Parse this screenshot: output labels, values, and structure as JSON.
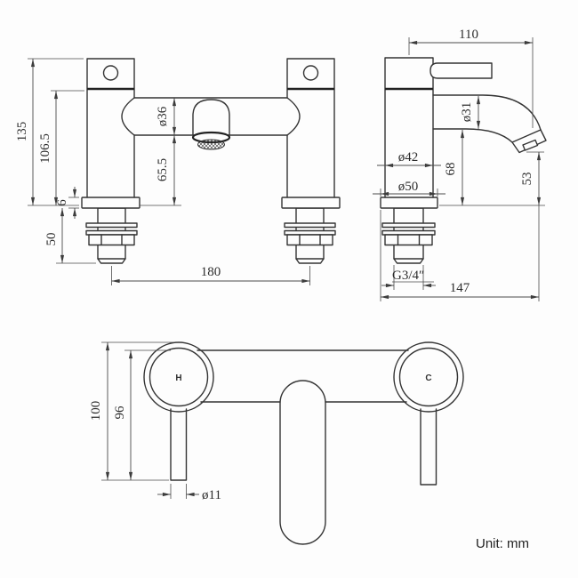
{
  "unit_label": "Unit: mm",
  "front_view": {
    "dims": {
      "total_height": "135",
      "body_height": "106.5",
      "deck_plate_thickness": "6",
      "shank_length": "50",
      "spout_body_diameter": "ø36",
      "spout_clearance_height": "65.5",
      "tap_centres": "180"
    }
  },
  "side_view": {
    "dims": {
      "spout_reach": "110",
      "spout_tube_diameter": "ø31",
      "body_diameter": "ø42",
      "base_diameter": "ø50",
      "spout_underside_height": "68",
      "spout_outlet_height": "53",
      "inlet_thread": "G3/4″",
      "overall_depth": "147"
    }
  },
  "plan_view": {
    "dims": {
      "handle_overall_height": "100",
      "handle_projection": "96",
      "lever_diameter": "ø11"
    },
    "hot_handle_label": "H",
    "cold_handle_label": "C"
  }
}
